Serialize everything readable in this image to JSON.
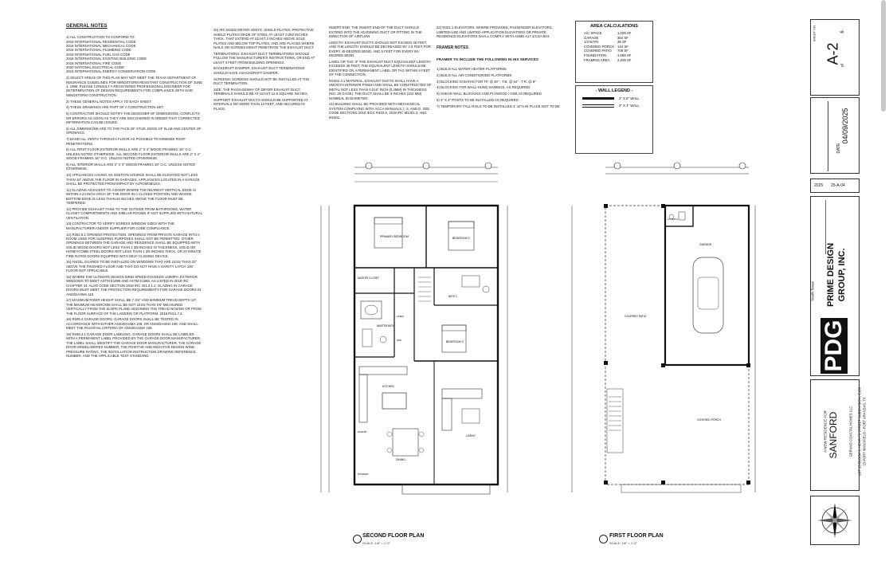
{
  "general_notes": {
    "title": "GENERAL NOTES",
    "col1": [
      "1) ALL CONSTRUCTION TO CONFORM TO:\n2018 INTERNATIONAL RESIDENTIAL CODE\n2018 INTERNATIONAL MECHANICAL CODE\n2018 INTERNATIONAL PLUMBING CODE\n2018 INTERNATIONAL FUEL GAS CODE\n2018 INTERNATIONAL EXISTING BUILDING CODE\n2018 INTERNATIONAL FIRE CODE\n2020 NATIONAL ELECTRICAL CODE\n2018 INTERNATIONAL ENERGY CONSERVATION CODE",
      "2) SELECT AREAS OF THIS PLAN MAY NOT MEET THE TEXAS DEPARTMENT OF INSURANCE GUIDELINES FOR WINDSTORM RESISTANT CONSTRUCTION OF JUNE 1, 1998. PLEASE CONSULT A REGISTERED PROFESSIONAL ENGINEER FOR DETERMINATION OF DESIGN REQUIREMENTS FOR COMPLIANCE WITH SAID WINDSTORM CONSTRUCTION.",
      "3) THESE GENERAL NOTES APPLY TO EACH SHEET.",
      "4) THESE DRAWINGS ARE PART OF A CONSTRUCTION SET.",
      "5) CONTRACTOR SHOULD NOTIFY THE DESIGNER OF OMMISSIONS, CONFLICTS OR ERRORS AS SOON AS THEY ARE DISCOVERED IN ORDER THAT CORRECTED INFORMATION CAN BE ISSUED.",
      "6) ALL DIMENSIONS ARE TO THE FACE OF STUD, EDGE OF SLAB AND CENTER OF OPENINGS.",
      "7) BAND ALL VENTS THROUGH FLOOR AS POSSIBLE TO MINIMIZE ROOF PENETRATIONS.",
      "8) ALL FIRST FLOOR EXTERIOR WALLS ARE 2\" X 4\" WOOD FRAMING 16\" O.C. UNLESS NOTED OTHERWISE. ALL SECOND FLOOR EXTERIOR WALLS ARE 2\" X 4\" WOOD FRAMING 16\" O.C. UNLESS NOTED OTHERWISE.",
      "9) ALL INTERIOR WALLS ARE 2\" X 4\" WOOD FRAMING 16\" O.C. UNLESS NOTED OTHERWISE.",
      "10) APPLIANCES HAVING AN IGNITION SOURCE SHALL BE ELEVATED NOT LESS THAN 18\" ABOVE THE FLOOR IN GARAGES. APPLIANCES LOCATED IN A GARAGE SHALL BE PROTECTED FROM IMPACT BY AUTOMOBILES.",
      "11) GLAZING ADJACENT TO A DOOR WHERE THE NEAREST VERTICAL EDGE IS WITHIN A 24 INCH ARCH OF THE DOOR IN A CLOSED POSITION AND WHOSE BOTTOM EDGE IS LESS THAN 60 INCHES ABOVE THE FLOOR MUST BE TEMPERED.",
      "12) PROVIDE EXHAUST FANS TO THE OUTSIDE FROM BATHROOMS, WATER CLOSET COMPARTMENTS AND SIMILAR ROOMS IF NOT SUPPLIED WITH NATURAL VENTILATION.",
      "13) CONTRACTOR TO VERIFY EGRESS WINDOW SIZES WITH THE MANUFACTURER AND/OR SUPPLIER FOR CODE COMPLIANCE.",
      "14) R302.5.1 OPENING PROTECTION. OPENINGS FROM PRIVATE GARAGE INTO A ROOM USED FOR SLEEPING PURPOSES SHALL NOT BE PERMITTED. OTHER OPENINGS BETWEEN THE GARAGE AND RESIDENCE SHALL BE EQUIPPED WITH SOLID WOOD DOORS NOT LESS THAN 1 3/8 INCHES IN THICKNESS, SOLID OR HONEYCOMB STEEL DOORS NOT LESS THAN 1 3/8 INCHES THICK, OR 20 MINUTE FIRE RATED DOORS EQUIPPED WITH SELF-CLOSING DEVICE.",
      "15) ANGEL GUARDS TO BE INSTALLED ON WINDOWS THAT ARE LESS THAN 24\" ABOVE THE FINISHED FLOOR AND THAT DO NOT HAVE A SAFETY LATCH 100' FLOOR NOT APPLICABLE.",
      "16) WHERE THE ULTIMATE DESIGN WIND SPEED EXCEEDS 130MPH, EXTERIOR WINDOWS TO MEET ASTM E1996 AND ASTM E1886, AS LISTED IN 2018 IRC CHAPTER 44. ALSO CODE SECTION 2018 IRC 301.2.1.2. GLAZING IN GARAGE DOORS MUST MEET THE PROTECTION REQUIREMENTS FOR GARAGE DOORS IN ANSI/DASMA 115.",
      "17) MAXIMUM RISER HEIGHT SHALL BE 7 3/4\" AND MINIMUM TREAD DEPTH 10\". THE MINIMUM HEADROOM SHALL BE NOT LESS THAN 6'8\" MEASURED VERTICALLY FROM THE SLOPE PLANE ADJOINING THE TREAD NOSING OR FROM THE FLOOR SURFACE OF THE LANDING OR PLATFORM. 2018 R311.7.2.",
      "18) R609.4 GARAGE DOORS. GARAGE DOORS SHALL BE TESTED IN ACCORDANCE WITH EITHER ANSI/DASMA 108, OR ANSI/DASMA 108, AND SHALL MEET THE PASS/FAIL CRITERIA OF ANSI/DASMA 108.",
      "19) R609.4.1 GARAGE DOOR LABELING. GARAGE DOORS SHALL BE LABELED WITH A PERMANENT LABEL PROVIDED BY THE GARAGE DOOR MANUFACTURER. THE LABEL SHALL IDENTIFY THE GARAGE DOOR MANUFACTURER, THE GARAGE DOOR MODEL/SERIES NUMBER, THE POSITIVE AND NEGATIVE DESIGN WIND PRESSURE RATING, THE INSTALLATION INSTRUCTION DRAWING REFERENCE NUMBER, AND THE APPLICABLE TEST STANDARD."
    ],
    "col2": [
      "20) IRC M1502 DRYER VENTS. SHIELD PLATES: PROTECTIVE SHIELD PLATES MADE OF STEEL AT LEAST 0.062 INCHES THICK, THAT EXTEND AT LEAST 2 INCHES ABOVE SOLE PLATES AND BELOW TOP PLATES, AND ARE PLACED WHERE NAILS OR SCREWS MIGHT PENETRATE THE EXHAUST DUCT.",
      "TERMINATIONS: EXHAUST DUCT TERMINATIONS SHOULD FOLLOW THE MANUFACTURER'S INSTRUCTIONS, OR END AT LEAST 3 FEET FROM BUILDING OPENINGS.",
      "BACKDRAFT DAMPER: EXHAUST DUCT TERMINATIONS SHOULD HAVE A BACKDRAFT DAMPER.",
      "SCREENS: SCREENS SHOULD NOT BE INSTALLED AT THE DUCT TERMINATION.",
      "SIZE: THE PASSAGEWAY OF DRYER EXHAUST DUCT TERMINALS SHOULD BE AT LEAST 12.5 SQUARE INCHES.",
      "SUPPORT: EXHAUST DUCTS SHOULD BE SUPPORTED AT INTERVALS NO MORE THAN 12 FEET, AND SECURED IN PLACE."
    ],
    "col3": [
      "INSERT END: THE INSERT END OF THE DUCT SHOULD EXTEND INTO THE ADJOINING DUCT OR FITTING IN THE DIRECTION OF AIRFLOW.",
      "LENGTH: EXHAUST DUCTS SHOULD NOT EXCEED 35 FEET, AND THE LENGTH SHOULD BE DECREASED BY 2.5 FEET FOR EVERY 45-DEGREE BEND, AND 5 FEET FOR EVERY 90-DEGREE BEND.",
      "LABEL OR TAG: IF THE EXHAUST DUCT EQUIVALENT LENGTH EXCEEDS 35 FEET, THE EQUIVALENT LENGTH SHOULD BE IDENTIFIED ON A PERMANENT LABEL OR TAG WITHIN 6 FEET OF THE CONNECTION.",
      "M1502.4.1 MATERIAL. EXHAUST DUCTS SHALL HAVE A SMOOTH INTERIOR FINISH AND SHALL BE CONSTRUCTED OF METAL NOT LESS THAN 0.016\" INCH (0.4MM) IN THICKNESS (NO. 28 GAGE). THE DUCT SHALL BE 4 INCHES (102 MM) NOMINAL IN DIAMETER.",
      "21) BUILDING SHALL BE PROVIDED WITH MECHANICAL SYSTEM COMPLYING WITH ACCA MANUALS J, S, AND D. SEE CODE SECTIONS 2018 IECC R403.6, 2018 IRC M1401.3, AND M1601."
    ],
    "col4": [
      "22) R321.1 ELEVATORS. WHERE PROVIDED, PASSENGER ELEVATORS, LIMITED-USE AND LIMITED-APPLICATION ELEVATORS OR PRIVATE RESIDENCE ELEVATORS SHALL COMPLY WITH ASME A17.1/CSA B44."
    ],
    "framer_title": "FRAMER NOTES",
    "framer_sub": "FRAMER TO INCLUDE THE FOLLOWING IN HIS SERVICES",
    "framer": [
      "1) BUILD ALL WATER HEATER PLATFORMS",
      "2) BUILD ALL AIR CONDITIONING PLATFORMS",
      "3) BLOCKING IN BATHS FOR TP. @ 30\" - T.B. @ 54\" - T.R. @ 8\"",
      "4) BLOCKING FOR WALL-HUNG NAMINGS, AS REQUIRED",
      "5) SHEAR WALL BLOCKING AND PLYWOOD / OSB AS REQUIRED",
      "6) 4\" X 4\" POSTS TO BE INSTALLED AS REQUIRED",
      "7) TEMPORARY FALL RAILS TO BE INSTALLED 4' 42\"H IN PLACE NOT TO BE REMOVED BY RAILING CONTRACTOR"
    ]
  },
  "area_calc": {
    "title": "AREA CALCULATIONS",
    "rows": [
      {
        "label": "A/C SPACE",
        "value": "1,009 SF"
      },
      {
        "label": "GARAGE",
        "value": "364 SF"
      },
      {
        "label": "1/2 BATH",
        "value": "35 SF"
      },
      {
        "label": "COVERED PORCH",
        "value": "144 SF"
      },
      {
        "label": "COVERED PATIO",
        "value": "708 SF"
      },
      {
        "label": "FOUNDATION",
        "value": "1,056 SF"
      },
      {
        "label": "FRAMING AREA",
        "value": "2,209 SF"
      }
    ]
  },
  "wall_legend": {
    "title": "- WALL LEGEND -",
    "items": [
      {
        "label": "2\" X 6\" WALL"
      },
      {
        "label": "2\" X 4\" WALL"
      }
    ]
  },
  "plans": {
    "second": {
      "label": "SECOND FLOOR PLAN",
      "scale": "SCALE: 1/8\" = 1'-0\"",
      "rooms": [
        "PRIMARY BEDROOM",
        "BEDROOM 2",
        "MASTER CLOSET",
        "MASTER BATH",
        "BATH 2",
        "BEDROOM 3",
        "LINEN",
        "W/D",
        "KITCHEN",
        "LIVING",
        "DINING",
        "PANTRY",
        "POWDER"
      ]
    },
    "first": {
      "label": "FIRST FLOOR PLAN",
      "scale": "SCALE: 1/8\" = 1'-0\"",
      "rooms": [
        "1/2 BATH",
        "GARAGE",
        "COVERED PATIO",
        "COVERED PORCH"
      ]
    }
  },
  "title_block": {
    "sheet_no_label": "SHEET NO.",
    "sheet_no": "A-2",
    "of": "of",
    "total_sheets": "6",
    "date_label": "DATE",
    "date": "04/09/2025",
    "year": "2025",
    "job_no": "25-A-04",
    "company_line1": "PRIME DESIGN",
    "company_line2": "GROUP, INC.",
    "company_prefix": "South Texas",
    "logo": "PDG",
    "residence_label": "A NEW RESIDENCE FOR",
    "client": "SANFORD",
    "lot": "GERVAIS COASTAL HOMES LLC",
    "address_line1": "LOT 13 BLOCK 3, HENRY'S STREET SUBDIVISION, C103",
    "address_line2": "23 PORT MANSFIELD - PORT ARANSAS, TX"
  },
  "colors": {
    "ink": "#111111",
    "paper": "#ffffff",
    "scrollbar": "#c9c9c9"
  }
}
